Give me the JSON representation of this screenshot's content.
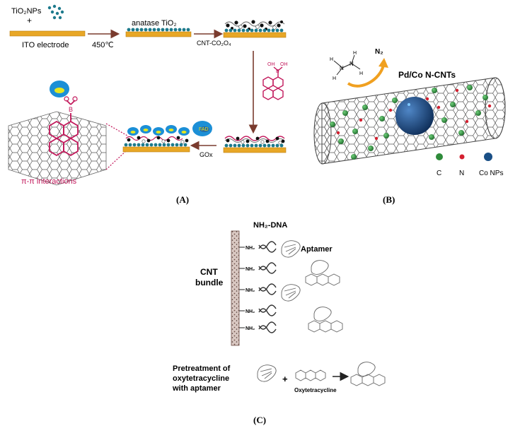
{
  "panel_a": {
    "tio2_label": "TiO₂NPs",
    "plus": "+",
    "ito_label": "ITO electrode",
    "temp_label": "450℃",
    "anatase_label": "anatase TiO₂",
    "cnt_label": "CNT-CO₂O₄",
    "boron_label": "B",
    "pi_label": "π-π interactions",
    "fad_label": "FAD",
    "gox_label": "GOx",
    "boronic_b": "B",
    "boronic_oh": "OH",
    "caption": "(A)"
  },
  "panel_b": {
    "title": "Pd/Co N-CNTs",
    "n2_label": "N₂",
    "h_label": "H",
    "n_label": "N",
    "legend": [
      {
        "label": "C",
        "color": "#2e8b3a"
      },
      {
        "label": "N",
        "color": "#d42030"
      },
      {
        "label": "Co NPs",
        "color": "#1a4f86"
      }
    ],
    "caption": "(B)"
  },
  "panel_c": {
    "nh2_dna": "NH₂-DNA",
    "aptamer": "Aptamer",
    "cnt_bundle_1": "CNT",
    "cnt_bundle_2": "bundle",
    "nh2": "NH₂",
    "pre_1": "Pretreatment of",
    "pre_2": "oxytetracycline",
    "pre_3": "with aptamer",
    "plus": "+",
    "oxy_label": "Oxytetracycline",
    "caption": "(C)"
  }
}
